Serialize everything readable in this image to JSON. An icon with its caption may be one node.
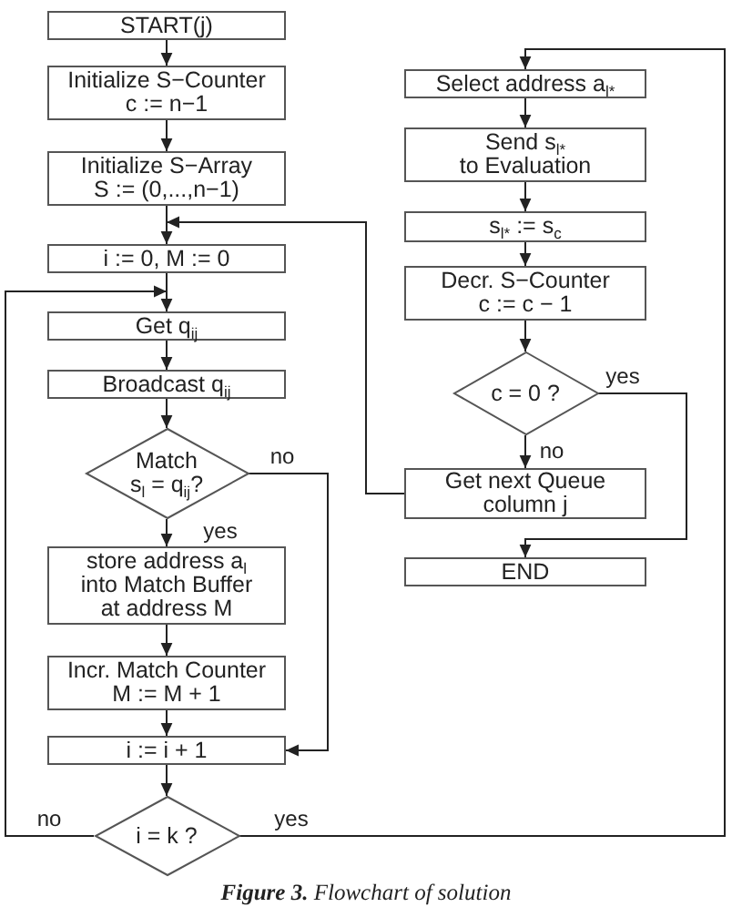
{
  "diagram": {
    "caption": "**Figure 3.** Flowchart of solution",
    "nodes": [
      {
        "text": [
          "START(j)"
        ]
      },
      {
        "text": [
          "Initialize S−Counter",
          "c := n−1"
        ]
      },
      {
        "text": [
          "Initialize S−Array",
          "S := (0,...,n−1)"
        ]
      },
      {
        "text": [
          "i := 0, M := 0"
        ]
      },
      {
        "text": [
          "Get q$_{ij}$"
        ]
      },
      {
        "text": [
          "Broadcast q$_{ij}$"
        ]
      },
      {
        "text": [
          "Match",
          "s$_{l}$ = q$_{ij}$?"
        ]
      },
      {
        "text": [
          "store address a$_{l}$ into Match Buffer at address M"
        ]
      },
      {
        "text": [
          "Incr. Match Counter",
          "M := M + 1"
        ]
      },
      {
        "text": [
          "i := i + 1"
        ]
      },
      {
        "text": [
          "i = k ?"
        ]
      },
      {
        "text": [
          "Select address a$_{l*}$"
        ]
      },
      {
        "text": [
          "Send s$_{l*}$",
          "to Evaluation"
        ]
      },
      {
        "text": [
          "s$_{l*}$ := s$_{c}$"
        ]
      },
      {
        "text": [
          "Decr. S−Counter",
          "c := c − 1"
        ]
      },
      {
        "text": [
          "c = 0 ?"
        ]
      },
      {
        "text": [
          "Get next Queue column j"
        ]
      },
      {
        "text": [
          "END"
        ]
      }
    ],
    "edges": [
      {
        "from": 0,
        "to": 1,
        "arrow": "to"
      },
      {
        "from": 1,
        "to": 2,
        "arrow": "to"
      },
      {
        "from": 2,
        "to": 3,
        "arrow": "to"
      },
      {
        "from": 3,
        "to": 4,
        "arrow": "to"
      },
      {
        "from": 4,
        "to": 5,
        "arrow": "to"
      },
      {
        "from": 5,
        "to": 6,
        "arrow": "to"
      },
      {
        "from": 6,
        "to": 7,
        "arrow": "to",
        "label": "yes"
      },
      {
        "from": 6,
        "to": 9,
        "arrow": "to",
        "label": "no"
      },
      {
        "from": 7,
        "to": 8,
        "arrow": "to"
      },
      {
        "from": 8,
        "to": 9,
        "arrow": "to"
      },
      {
        "from": 9,
        "to": 10,
        "arrow": "to"
      },
      {
        "from": 10,
        "to": 4,
        "arrow": "to",
        "label": "no"
      },
      {
        "from": 10,
        "to": 11,
        "arrow": "to",
        "label": "yes"
      },
      {
        "from": 11,
        "to": 12,
        "arrow": "to"
      },
      {
        "from": 12,
        "to": 13,
        "arrow": "to"
      },
      {
        "from": 13,
        "to": 14,
        "arrow": "to"
      },
      {
        "from": 14,
        "to": 15,
        "arrow": "to"
      },
      {
        "from": 15,
        "to": 16,
        "arrow": "to",
        "label": "no"
      },
      {
        "from": 15,
        "to": 17,
        "arrow": "to",
        "label": "yes"
      },
      {
        "from": 16,
        "to": 3,
        "arrow": "to"
      }
    ]
  }
}
